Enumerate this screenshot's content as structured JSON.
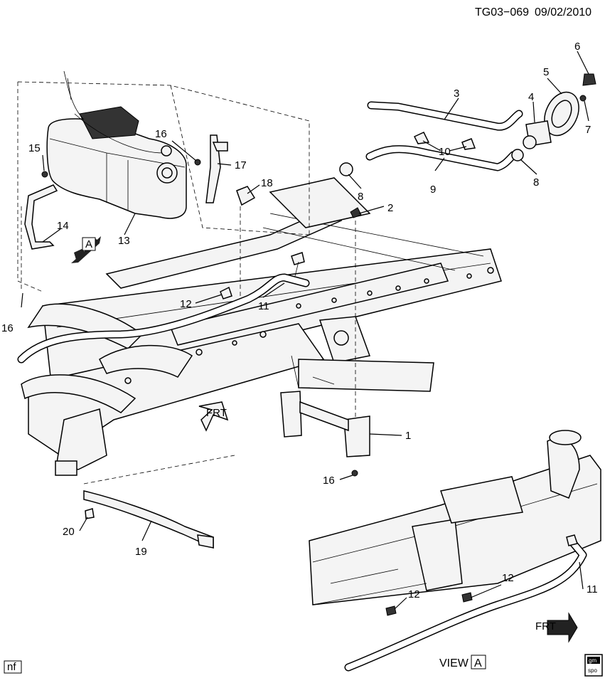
{
  "header": {
    "code": "TG03−069",
    "date": "09/02/2010"
  },
  "footer": {
    "left_tag": "nf",
    "view_word": "VIEW",
    "view_letter": "A",
    "logo_top": "gm",
    "logo_bottom": "spo"
  },
  "arrows": {
    "front_label": "FRT",
    "view_marker": "A"
  },
  "callouts": [
    {
      "id": "c1",
      "num": "1"
    },
    {
      "id": "c2",
      "num": "2"
    },
    {
      "id": "c3",
      "num": "3"
    },
    {
      "id": "c4",
      "num": "4"
    },
    {
      "id": "c5",
      "num": "5"
    },
    {
      "id": "c6",
      "num": "6"
    },
    {
      "id": "c7",
      "num": "7"
    },
    {
      "id": "c8a",
      "num": "8"
    },
    {
      "id": "c8b",
      "num": "8"
    },
    {
      "id": "c9",
      "num": "9"
    },
    {
      "id": "c10",
      "num": "10"
    },
    {
      "id": "c11a",
      "num": "11"
    },
    {
      "id": "c11b",
      "num": "11"
    },
    {
      "id": "c12a",
      "num": "12"
    },
    {
      "id": "c12b",
      "num": "12"
    },
    {
      "id": "c12c",
      "num": "12"
    },
    {
      "id": "c13",
      "num": "13"
    },
    {
      "id": "c14",
      "num": "14"
    },
    {
      "id": "c15",
      "num": "15"
    },
    {
      "id": "c16a",
      "num": "16"
    },
    {
      "id": "c16b",
      "num": "16"
    },
    {
      "id": "c16c",
      "num": "16"
    },
    {
      "id": "c17",
      "num": "17"
    },
    {
      "id": "c18",
      "num": "18"
    },
    {
      "id": "c19",
      "num": "19"
    },
    {
      "id": "c20",
      "num": "20"
    }
  ]
}
